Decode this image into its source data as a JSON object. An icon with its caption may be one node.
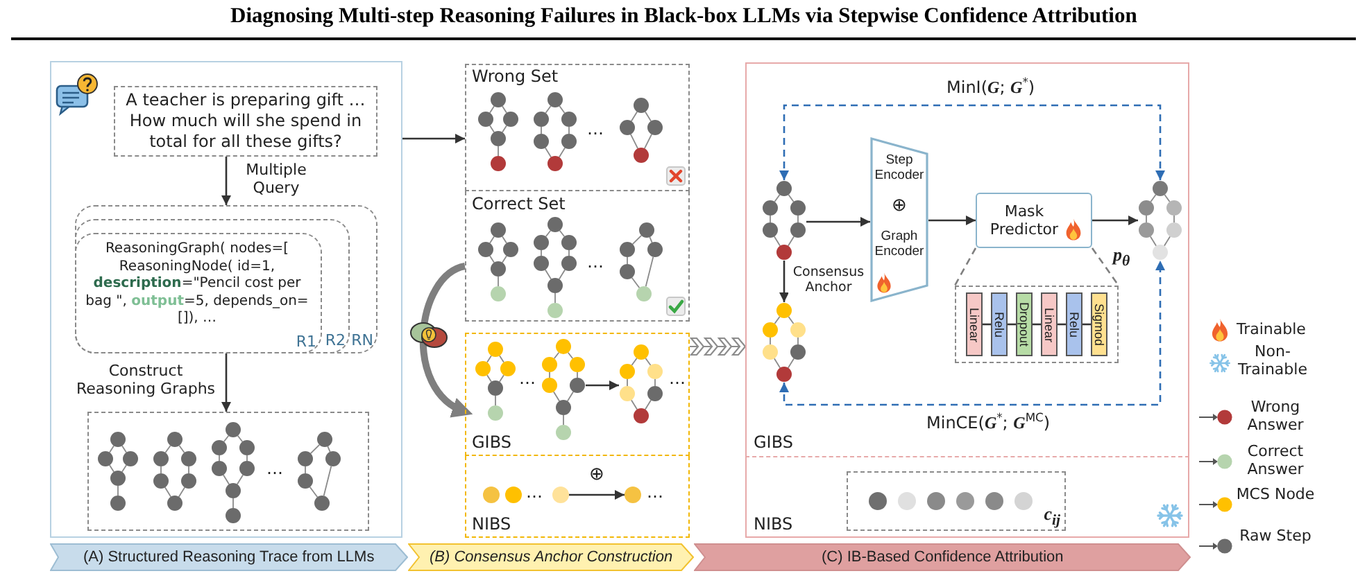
{
  "diagram": {
    "title": "Diagnosing Multi-step Reasoning Failures in Black-box LLMs via Stepwise Confidence Attribution",
    "nodes": [
      {
        "text": [],
        "shape": "box"
      },
      {
        "text": [
          "A teacher is preparing gift … How much will she spend in total for all these gifts?"
        ],
        "in": 0
      },
      {
        "text": [
          "RN"
        ],
        "in": 0
      },
      {
        "text": [
          "R2"
        ],
        "in": 2
      },
      {
        "text": [
          "ReasoningGraph( nodes=[ ReasoningNode( id=1, **description**=\"Pencil cost per bag \", **output**=5, depends_on=[]), …",
          "R1"
        ],
        "in": 3
      },
      {
        "text": [],
        "shape": "box",
        "in": 0
      },
      {
        "text": [],
        "shape": "picture",
        "in": 5
      },
      {
        "text": [],
        "shape": "picture",
        "in": 5
      },
      {
        "text": [],
        "shape": "picture",
        "in": 5
      },
      {
        "text": [],
        "shape": "picture",
        "in": 5
      },
      {
        "text": [
          "(A) Structured Reasoning Trace from LLMs"
        ]
      },
      {
        "text": [
          "Wrong Set"
        ]
      },
      {
        "text": [],
        "shape": "picture",
        "in": 11
      },
      {
        "text": [],
        "shape": "picture",
        "in": 11
      },
      {
        "text": [],
        "shape": "picture",
        "in": 11
      },
      {
        "text": [
          "Correct Set"
        ]
      },
      {
        "text": [],
        "shape": "picture",
        "in": 15
      },
      {
        "text": [],
        "shape": "picture",
        "in": 15
      },
      {
        "text": [],
        "shape": "picture",
        "in": 15
      },
      {
        "text": [
          "GIBS"
        ]
      },
      {
        "text": [],
        "shape": "picture",
        "in": 19
      },
      {
        "text": [],
        "shape": "picture",
        "in": 19
      },
      {
        "text": [],
        "shape": "picture",
        "in": 19
      },
      {
        "text": [
          "NIBS"
        ]
      },
      {
        "text": [],
        "shape": "circle",
        "in": 23
      },
      {
        "text": [],
        "shape": "circle",
        "in": 23
      },
      {
        "text": [],
        "shape": "circle",
        "in": 23
      },
      {
        "text": [],
        "shape": "circle",
        "in": 23
      },
      {
        "text": [
          "(B) Consensus Anchor Construction"
        ]
      },
      {
        "text": [
          "GIBS"
        ]
      },
      {
        "text": [],
        "shape": "picture",
        "in": 29
      },
      {
        "text": [
          "Step Encoder",
          "⊕",
          "Graph Encoder"
        ],
        "in": 29
      },
      {
        "text": [
          "Mask Predictor"
        ],
        "in": 29
      },
      {
        "text": [],
        "shape": "picture",
        "beside": [
          "p$_{θ}$"
        ],
        "in": 29
      },
      {
        "text": [],
        "shape": "picture",
        "in": 29
      },
      {
        "text": [],
        "shape": "box",
        "in": 29
      },
      {
        "text": [
          "Linear"
        ],
        "in": 35
      },
      {
        "text": [
          "Relu"
        ],
        "in": 35
      },
      {
        "text": [
          "Dropout"
        ],
        "in": 35
      },
      {
        "text": [
          "Linear"
        ],
        "in": 35
      },
      {
        "text": [
          "Relu"
        ],
        "in": 35
      },
      {
        "text": [
          "Sigmod"
        ],
        "in": 35
      },
      {
        "text": [
          "NIBS"
        ]
      },
      {
        "text": [
          "c$_{ij}$"
        ],
        "in": 42
      },
      {
        "text": [],
        "shape": "circle",
        "in": 43
      },
      {
        "text": [],
        "shape": "circle",
        "in": 43
      },
      {
        "text": [],
        "shape": "circle",
        "in": 43
      },
      {
        "text": [],
        "shape": "circle",
        "in": 43
      },
      {
        "text": [],
        "shape": "circle",
        "in": 43
      },
      {
        "text": [],
        "shape": "circle",
        "in": 43
      },
      {
        "text": [
          "(C) IB-Based Confidence Attribution"
        ]
      }
    ],
    "edges": [
      {
        "from": 1,
        "to": 2,
        "arrow": "to",
        "label": "Multiple Query"
      },
      {
        "from": 4,
        "to": 5,
        "arrow": "to",
        "label": "Construct Reasoning Graphs"
      },
      {
        "from": 0,
        "to": 11,
        "arrow": "to"
      },
      {
        "from": 15,
        "to": 19,
        "arrow": "to",
        "style": "thick",
        "color": "#7f7f7f"
      },
      {
        "from": 21,
        "to": 22,
        "arrow": "to"
      },
      {
        "from": 26,
        "to": 27,
        "arrow": "to",
        "label": "⊕"
      },
      {
        "from": 19,
        "to": 29,
        "arrow": "to",
        "color": "#8c8c8c"
      },
      {
        "from": 30,
        "to": 31,
        "arrow": "to"
      },
      {
        "from": 31,
        "to": 32,
        "arrow": "to"
      },
      {
        "from": 32,
        "to": 33,
        "arrow": "to"
      },
      {
        "from": 30,
        "to": 34,
        "arrow": "to",
        "label": "Consensus Anchor"
      },
      {
        "from": 30,
        "to": 33,
        "arrow": "both",
        "style": "dashed",
        "color": "#2e6db4",
        "label": "MinI(**G**; **G**$^{*}$)"
      },
      {
        "from": 34,
        "to": 33,
        "arrow": "both",
        "style": "dashed",
        "color": "#2e6db4",
        "label": "MinCE(**G**$^{*}$; **G**$^{MC}$)"
      },
      {
        "from": 32,
        "to": 35,
        "arrow": "none",
        "style": "dashed",
        "color": "#7f7f7f"
      },
      {
        "from": 36,
        "to": 37,
        "arrow": "none"
      },
      {
        "from": 37,
        "to": 38,
        "arrow": "none"
      },
      {
        "from": 38,
        "to": 39,
        "arrow": "none"
      },
      {
        "from": 39,
        "to": 40,
        "arrow": "none"
      },
      {
        "from": 40,
        "to": 41,
        "arrow": "none"
      }
    ],
    "labels": [
      "…",
      "…",
      "…",
      "…",
      "…",
      "…",
      "…"
    ],
    "legend": [
      {
        "text": "Trainable"
      },
      {
        "text": "Non-Trainable"
      },
      {
        "text": "Wrong Answer",
        "color": "#b23a3a"
      },
      {
        "text": "Correct Answer",
        "color": "#b6d4ae"
      },
      {
        "text": "MCS Node",
        "color": "#ffc000"
      },
      {
        "text": "Raw Step",
        "color": "#6b6b6b"
      }
    ]
  }
}
